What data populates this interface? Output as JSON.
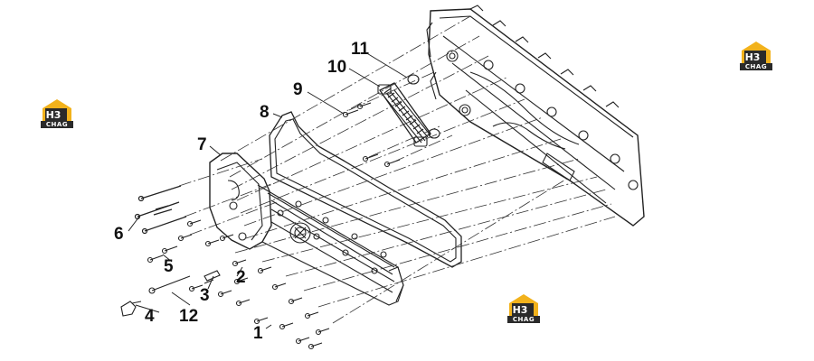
{
  "logo": {
    "brand": "H3",
    "sub": "CHAG",
    "color": "#f2b21c",
    "dark": "#2a2a2a"
  },
  "callouts": [
    "1",
    "2",
    "3",
    "4",
    "5",
    "6",
    "7",
    "8",
    "9",
    "10",
    "11",
    "12"
  ]
}
